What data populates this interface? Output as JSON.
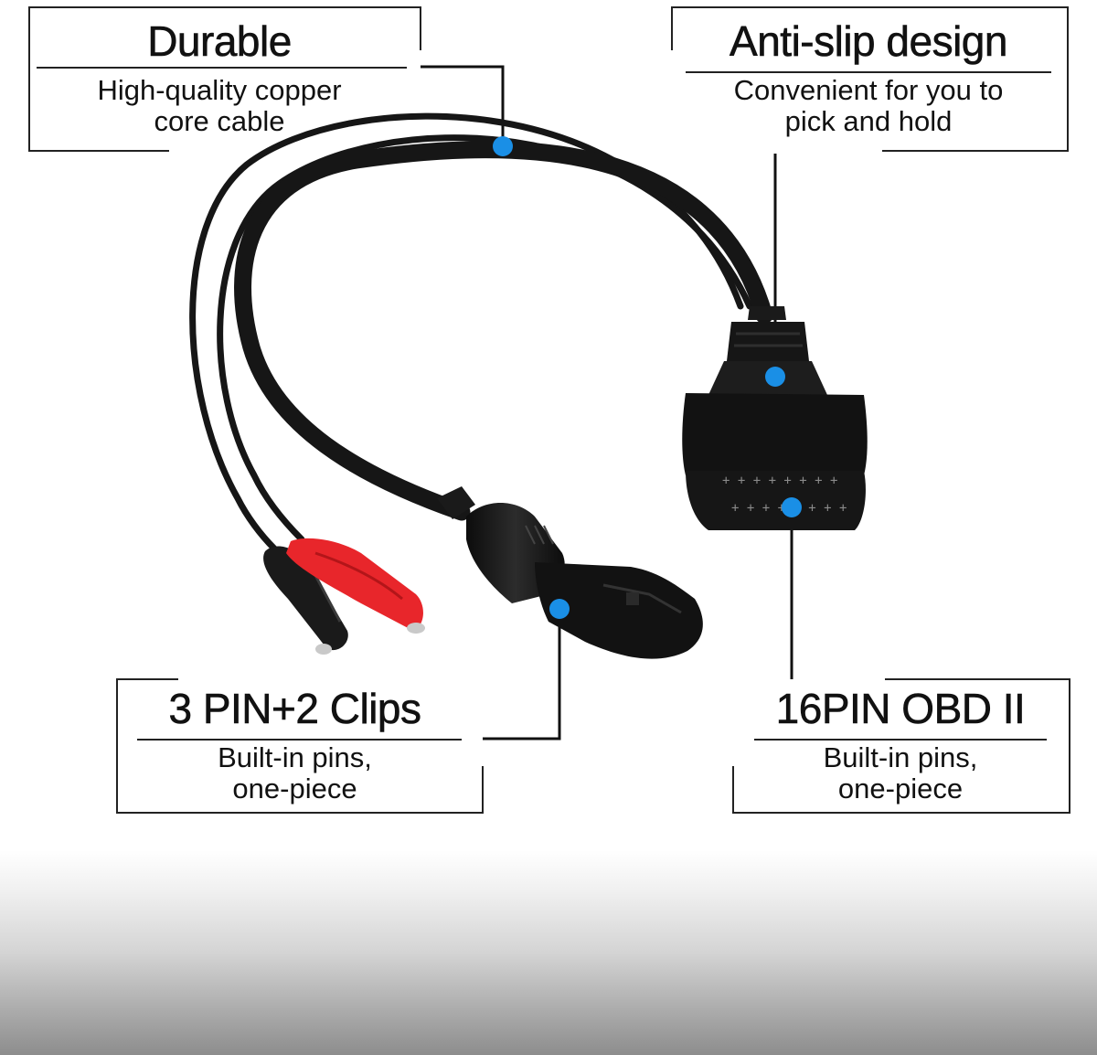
{
  "callouts": {
    "durable": {
      "title": "Durable",
      "desc_line1": "High-quality copper",
      "desc_line2": "core cable"
    },
    "anti_slip": {
      "title": "Anti-slip design",
      "desc_line1": "Convenient for you to",
      "desc_line2": "pick and hold"
    },
    "three_pin": {
      "title": "3 PIN+2 Clips",
      "desc_line1": "Built-in pins,",
      "desc_line2": "one-piece"
    },
    "obd": {
      "title": "16PIN OBD II",
      "desc_line1": "Built-in pins,",
      "desc_line2": "one-piece"
    }
  },
  "colors": {
    "marker_dot": "#1a8fe6",
    "clip_red": "#e8262b",
    "clip_black": "#1a1a1a",
    "cable": "#161616",
    "frame_line": "#222222"
  },
  "icons": {
    "marker": "blue-dot-icon"
  }
}
